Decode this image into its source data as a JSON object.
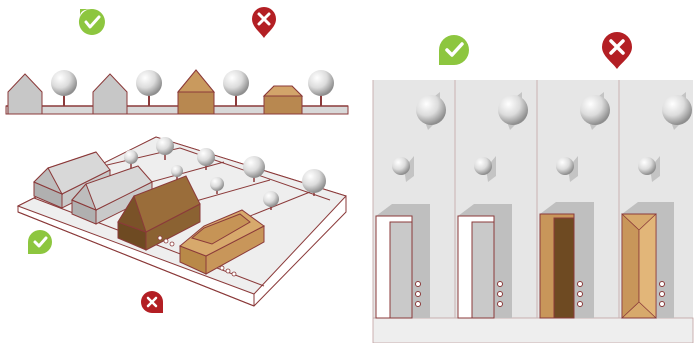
{
  "badges": {
    "top_left_good": {
      "icon": "check-badge-icon",
      "meaning": "good"
    },
    "top_left_bad": {
      "icon": "cross-badge-icon",
      "meaning": "bad"
    },
    "right_good": {
      "icon": "check-badge-icon",
      "meaning": "good"
    },
    "right_bad": {
      "icon": "cross-badge-icon",
      "meaning": "bad"
    },
    "bottom_left_good": {
      "icon": "check-badge-icon",
      "meaning": "good"
    },
    "bottom_left_bad": {
      "icon": "cross-badge-icon",
      "meaning": "bad"
    }
  },
  "colors": {
    "good_green": "#8dc63f",
    "bad_red": "#b31f24",
    "outline": "#8b3a3a",
    "house_grey": "#c7c7c7",
    "house_grey_dark": "#a9a9a9",
    "house_tan": "#c8965a",
    "house_brown": "#8b6232",
    "ground": "#e4e4e4",
    "shadow": "#b8b8b8"
  }
}
